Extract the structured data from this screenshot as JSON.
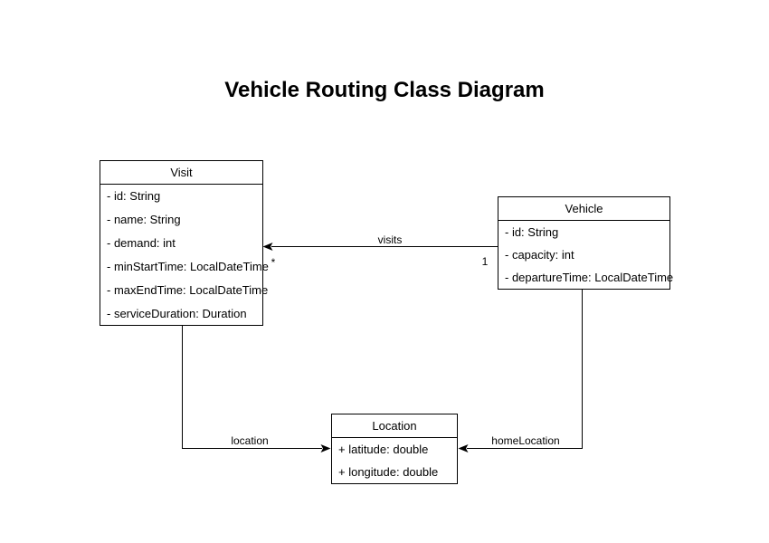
{
  "title": "Vehicle Routing Class Diagram",
  "classes": {
    "visit": {
      "name": "Visit",
      "attributes": [
        "- id: String",
        "- name: String",
        "- demand: int",
        "- minStartTime: LocalDateTime",
        "- maxEndTime: LocalDateTime",
        "- serviceDuration: Duration"
      ]
    },
    "vehicle": {
      "name": "Vehicle",
      "attributes": [
        "- id: String",
        "- capacity: int",
        "- departureTime: LocalDateTime"
      ]
    },
    "location": {
      "name": "Location",
      "attributes": [
        "+ latitude: double",
        "+ longitude: double"
      ]
    }
  },
  "edges": {
    "visits": {
      "label": "visits",
      "source_class": "Vehicle",
      "target_class": "Visit",
      "source_multiplicity": "1",
      "target_multiplicity": "*"
    },
    "location": {
      "label": "location",
      "source_class": "Visit",
      "target_class": "Location"
    },
    "homeLocation": {
      "label": "homeLocation",
      "source_class": "Vehicle",
      "target_class": "Location"
    }
  },
  "colors": {
    "background": "#ffffff",
    "shape_fill": "#ffffff",
    "stroke": "#000000",
    "text": "#000000"
  }
}
